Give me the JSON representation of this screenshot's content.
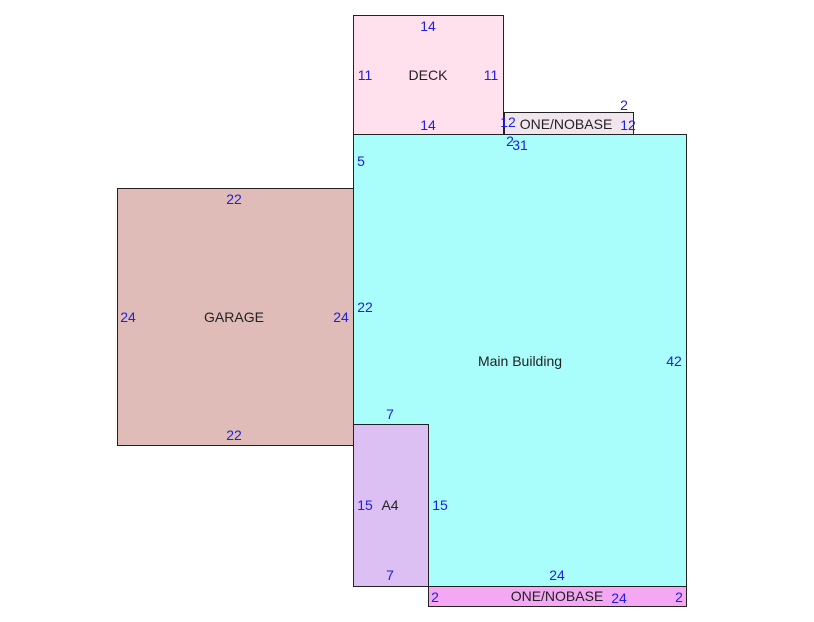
{
  "colors": {
    "deck": "#ffe0ec",
    "main_building": "#a9fdfb",
    "garage": "#dfbcb8",
    "a4": "#dcc0f4",
    "one_nobase_top": "#f2e6ee",
    "one_nobase_bottom": "#f4a8f4",
    "dimension_text": "#2020e0"
  },
  "areas": {
    "deck": {
      "label": "DECK",
      "dims": [
        "14",
        "11",
        "11",
        "14"
      ]
    },
    "one_nobase_top": {
      "label": "ONE/NOBASE",
      "dims": [
        "12",
        "2",
        "12",
        "2"
      ]
    },
    "main_building": {
      "label": "Main Building",
      "dims": [
        "31",
        "5",
        "22",
        "42",
        "7",
        "24"
      ]
    },
    "garage": {
      "label": "GARAGE",
      "dims": [
        "22",
        "24",
        "24",
        "22"
      ]
    },
    "a4": {
      "label": "A4",
      "dims": [
        "15",
        "15",
        "7"
      ]
    },
    "one_nobase_bottom": {
      "label": "ONE/NOBASE",
      "dims": [
        "2",
        "24",
        "2"
      ]
    }
  }
}
